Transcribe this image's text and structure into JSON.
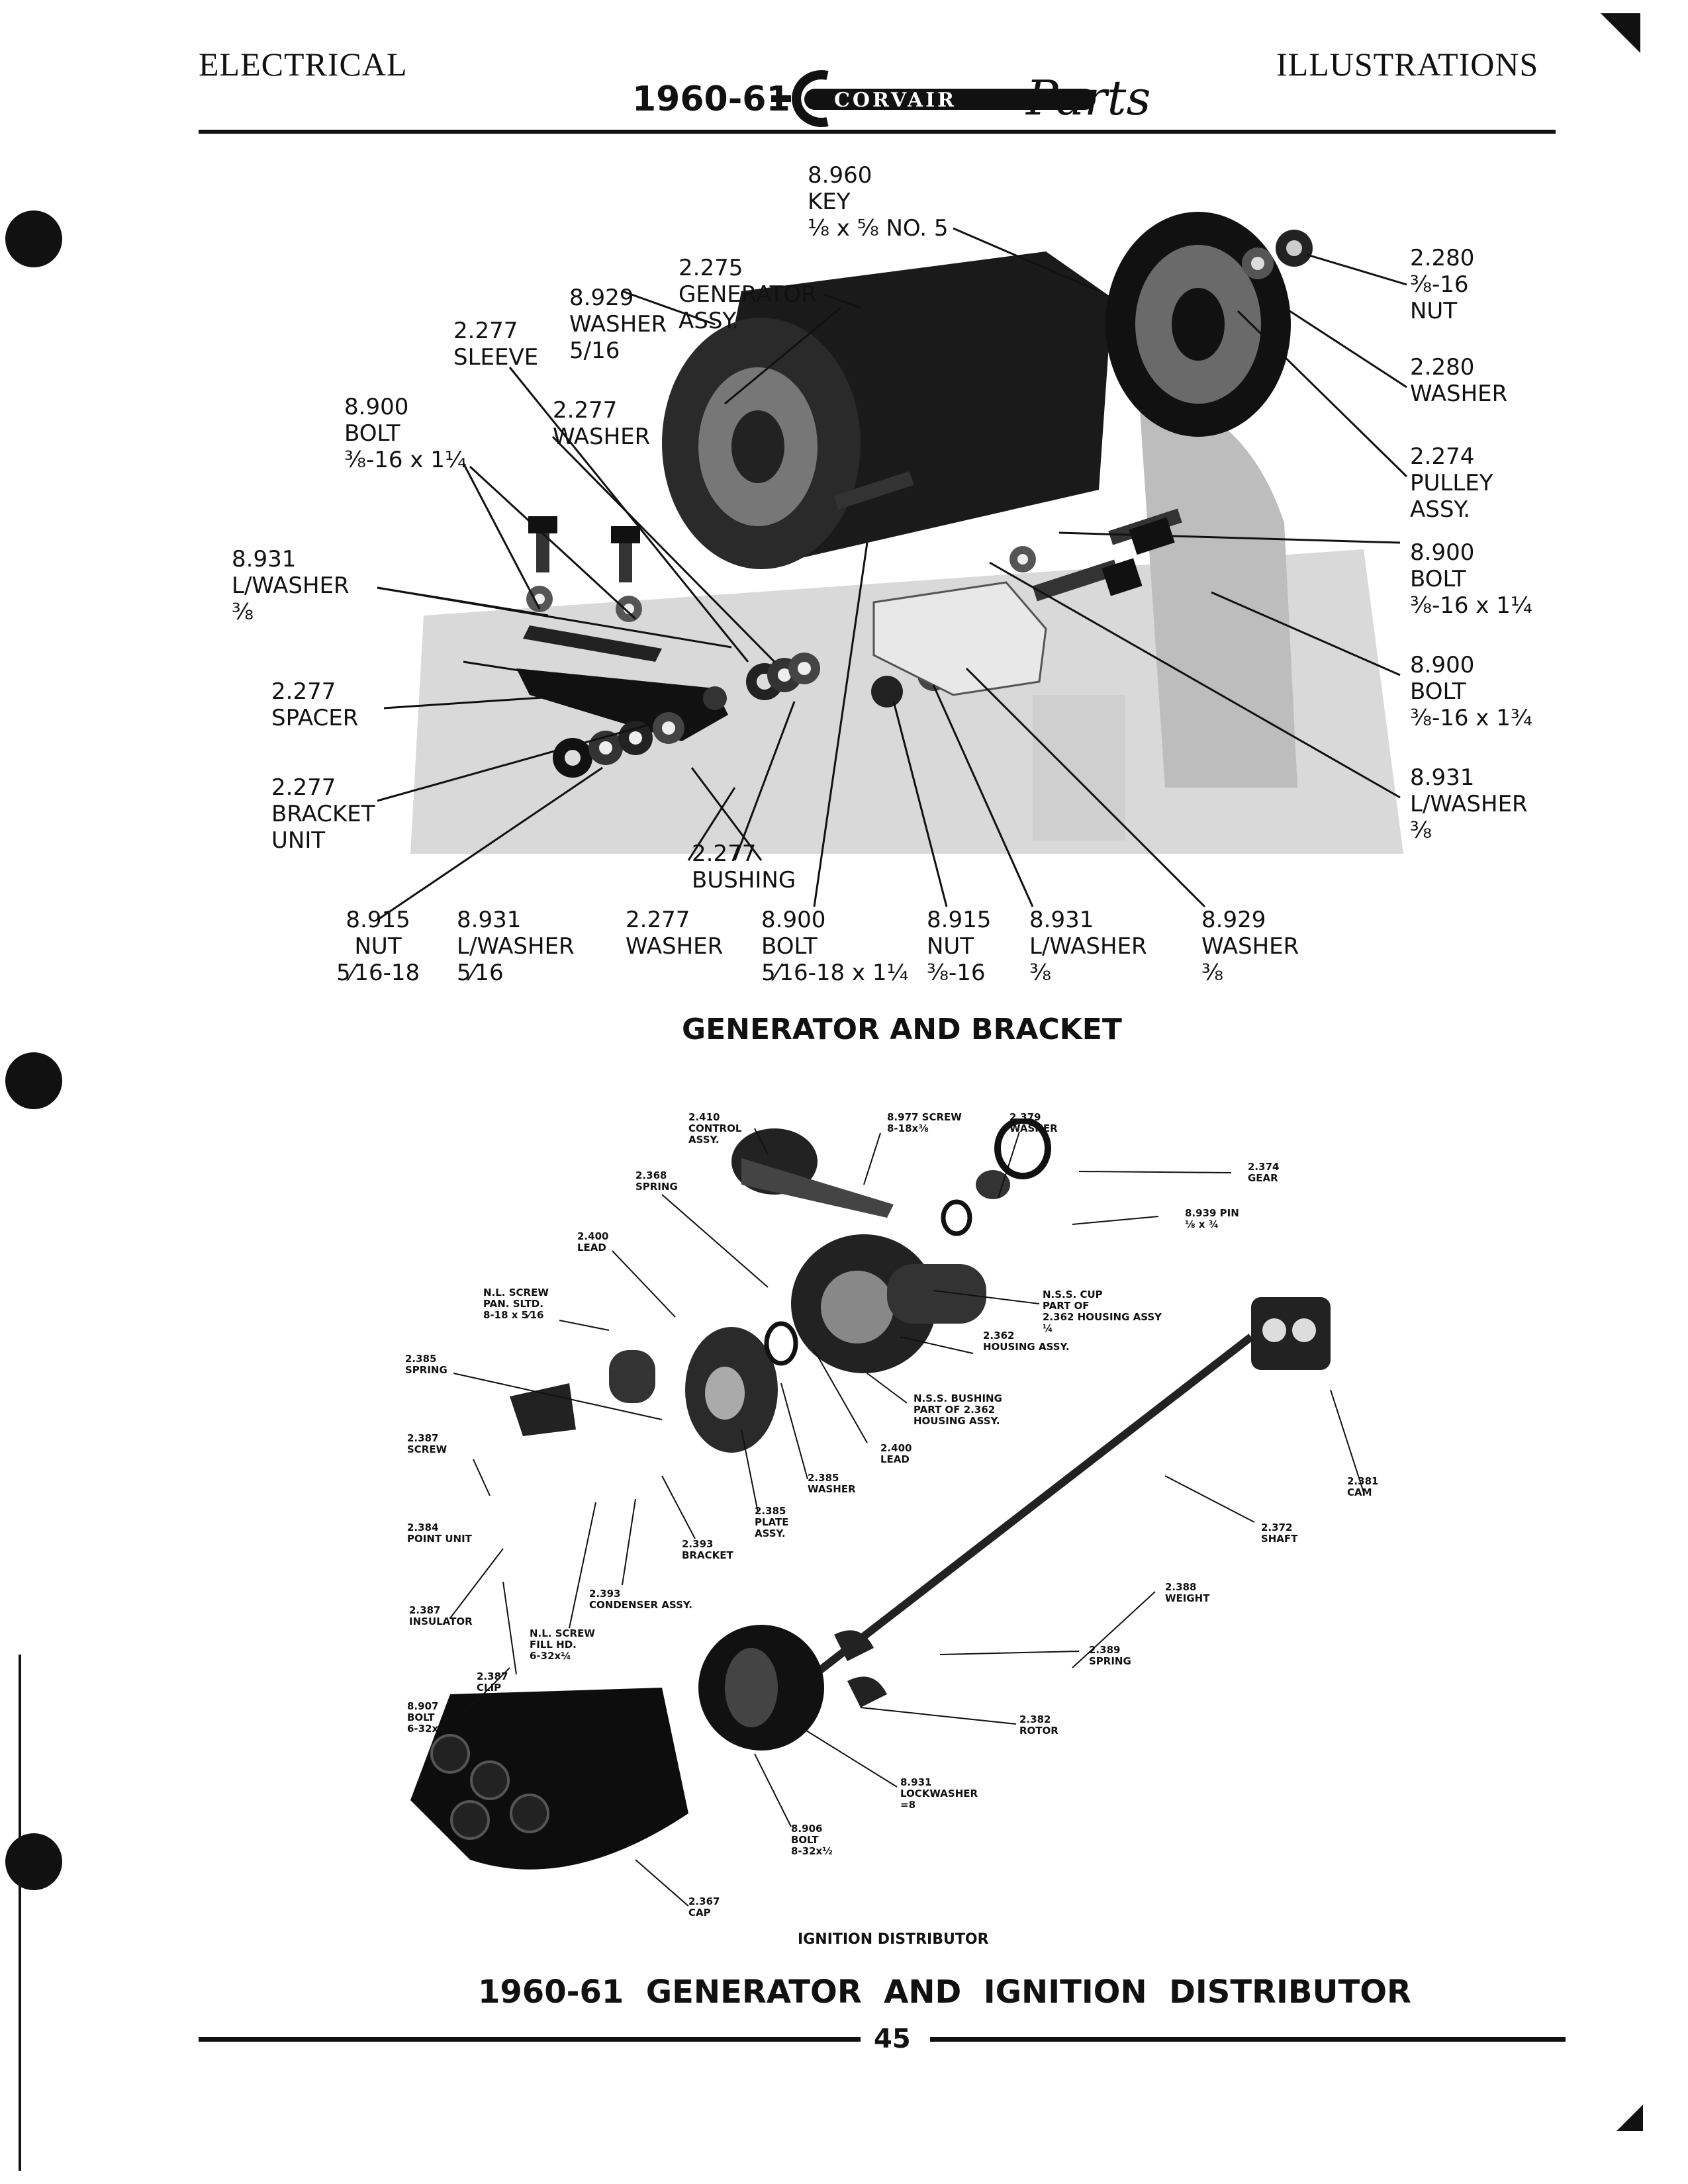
{
  "header": {
    "left": "ELECTRICAL",
    "right": "ILLUSTRATIONS",
    "year": "1960-61",
    "logo_text": "CORVAIR",
    "logo_script": "Parts"
  },
  "generator": {
    "caption": "GENERATOR AND BRACKET",
    "labels": [
      {
        "id": "key",
        "lines": [
          "8.960",
          "KEY",
          "⅛ x ⅝  NO. 5"
        ]
      },
      {
        "id": "gen-assy",
        "lines": [
          "2.275",
          "GENERATOR",
          "ASSY."
        ]
      },
      {
        "id": "washer-516",
        "lines": [
          "8.929",
          "WASHER",
          "5/16"
        ]
      },
      {
        "id": "sleeve",
        "lines": [
          "2.277",
          "SLEEVE"
        ]
      },
      {
        "id": "bolt-top",
        "lines": [
          "8.900",
          "BOLT",
          "⅜-16 x 1¼"
        ]
      },
      {
        "id": "washer-2277-top",
        "lines": [
          "2.277",
          "WASHER"
        ]
      },
      {
        "id": "lwasher-left",
        "lines": [
          "8.931",
          "L/WASHER",
          "⅜"
        ]
      },
      {
        "id": "spacer",
        "lines": [
          "2.277",
          "SPACER"
        ]
      },
      {
        "id": "bracket-unit",
        "lines": [
          "2.277",
          "BRACKET",
          "UNIT"
        ]
      },
      {
        "id": "nut-516",
        "lines": [
          "8.915",
          "NUT",
          "5⁄16-18"
        ]
      },
      {
        "id": "lwasher-516",
        "lines": [
          "8.931",
          "L/WASHER",
          "5⁄16"
        ]
      },
      {
        "id": "washer-2277-bottom",
        "lines": [
          "2.277",
          "WASHER"
        ]
      },
      {
        "id": "bushing",
        "lines": [
          "2.277",
          "BUSHING"
        ]
      },
      {
        "id": "bolt-516",
        "lines": [
          "8.900",
          "BOLT",
          "5⁄16-18 x 1¼"
        ]
      },
      {
        "id": "nut-38",
        "lines": [
          "8.915",
          "NUT",
          "⅜-16"
        ]
      },
      {
        "id": "lwasher-38-bottom",
        "lines": [
          "8.931",
          "L/WASHER",
          "⅜"
        ]
      },
      {
        "id": "washer-38",
        "lines": [
          "8.929",
          "WASHER",
          "⅜"
        ]
      },
      {
        "id": "nut-2280",
        "lines": [
          "2.280",
          "⅜-16",
          "NUT"
        ]
      },
      {
        "id": "washer-2280",
        "lines": [
          "2.280",
          "WASHER"
        ]
      },
      {
        "id": "pulley",
        "lines": [
          "2.274",
          "PULLEY",
          "ASSY."
        ]
      },
      {
        "id": "bolt-right-1",
        "lines": [
          "8.900",
          "BOLT",
          "⅜-16 x 1¼"
        ]
      },
      {
        "id": "bolt-right-2",
        "lines": [
          "8.900",
          "BOLT",
          "⅜-16 x 1¾"
        ]
      },
      {
        "id": "lwasher-right",
        "lines": [
          "8.931",
          "L/WASHER",
          "⅜"
        ]
      }
    ]
  },
  "distributor": {
    "caption": "IGNITION DISTRIBUTOR",
    "labels": [
      {
        "id": "control",
        "lines": [
          "2.410",
          "CONTROL",
          "ASSY."
        ]
      },
      {
        "id": "screw-8977",
        "lines": [
          "8.977 SCREW",
          "8-18x⅜"
        ]
      },
      {
        "id": "washer-2379",
        "lines": [
          "2.379",
          "WASHER"
        ]
      },
      {
        "id": "gear",
        "lines": [
          "2.374",
          "GEAR"
        ]
      },
      {
        "id": "pin",
        "lines": [
          "8.939 PIN",
          "⅛ x ¾"
        ]
      },
      {
        "id": "spring-2368",
        "lines": [
          "2.368",
          "SPRING"
        ]
      },
      {
        "id": "lead-top",
        "lines": [
          "2.400",
          "LEAD"
        ]
      },
      {
        "id": "nl-screw",
        "lines": [
          "N.L. SCREW",
          "PAN. SLTD.",
          "8-18 x 5⁄16"
        ]
      },
      {
        "id": "nss-cup",
        "lines": [
          "N.S.S. CUP",
          "PART OF",
          "2.362  HOUSING ASSY",
          "¼"
        ]
      },
      {
        "id": "spring-2385",
        "lines": [
          "2.385",
          "SPRING"
        ]
      },
      {
        "id": "housing",
        "lines": [
          "2.362",
          "HOUSING ASSY."
        ]
      },
      {
        "id": "nss-bushing",
        "lines": [
          "N.S.S. BUSHING",
          "PART OF 2.362",
          "HOUSING ASSY."
        ]
      },
      {
        "id": "lead-bottom",
        "lines": [
          "2.400",
          "LEAD"
        ]
      },
      {
        "id": "screw-2387",
        "lines": [
          "2.387",
          "SCREW"
        ]
      },
      {
        "id": "washer-2385",
        "lines": [
          "2.385",
          "WASHER"
        ]
      },
      {
        "id": "plate",
        "lines": [
          "2.385",
          "PLATE",
          "ASSY."
        ]
      },
      {
        "id": "cam",
        "lines": [
          "2.381",
          "CAM"
        ]
      },
      {
        "id": "point-unit",
        "lines": [
          "2.384",
          "POINT UNIT"
        ]
      },
      {
        "id": "bracket-2393",
        "lines": [
          "2.393",
          "BRACKET"
        ]
      },
      {
        "id": "shaft",
        "lines": [
          "2.372",
          "SHAFT"
        ]
      },
      {
        "id": "condenser",
        "lines": [
          "2.393",
          "CONDENSER ASSY."
        ]
      },
      {
        "id": "weight",
        "lines": [
          "2.388",
          "WEIGHT"
        ]
      },
      {
        "id": "insulator",
        "lines": [
          "2.387",
          "INSULATOR"
        ]
      },
      {
        "id": "nl-screw-fill",
        "lines": [
          "N.L. SCREW",
          "FILL HD.",
          "6-32x¼"
        ]
      },
      {
        "id": "spring-2389",
        "lines": [
          "2.389",
          "SPRING"
        ]
      },
      {
        "id": "clip",
        "lines": [
          "2.387",
          "CLIP"
        ]
      },
      {
        "id": "bolt-8907",
        "lines": [
          "8.907",
          "BOLT",
          "6-32x⅜"
        ]
      },
      {
        "id": "rotor",
        "lines": [
          "2.382",
          "ROTOR"
        ]
      },
      {
        "id": "lockwasher",
        "lines": [
          "8.931",
          "LOCKWASHER",
          "=8"
        ]
      },
      {
        "id": "bolt-8906",
        "lines": [
          "8.906",
          "BOLT",
          "8-32x½"
        ]
      },
      {
        "id": "cap",
        "lines": [
          "2.367",
          "CAP"
        ]
      }
    ]
  },
  "page": {
    "title": "1960-61  GENERATOR  AND  IGNITION  DISTRIBUTOR",
    "number": "45"
  },
  "colors": {
    "ink": "#111111",
    "paper": "#ffffff",
    "shade": "#8a8a8a"
  }
}
